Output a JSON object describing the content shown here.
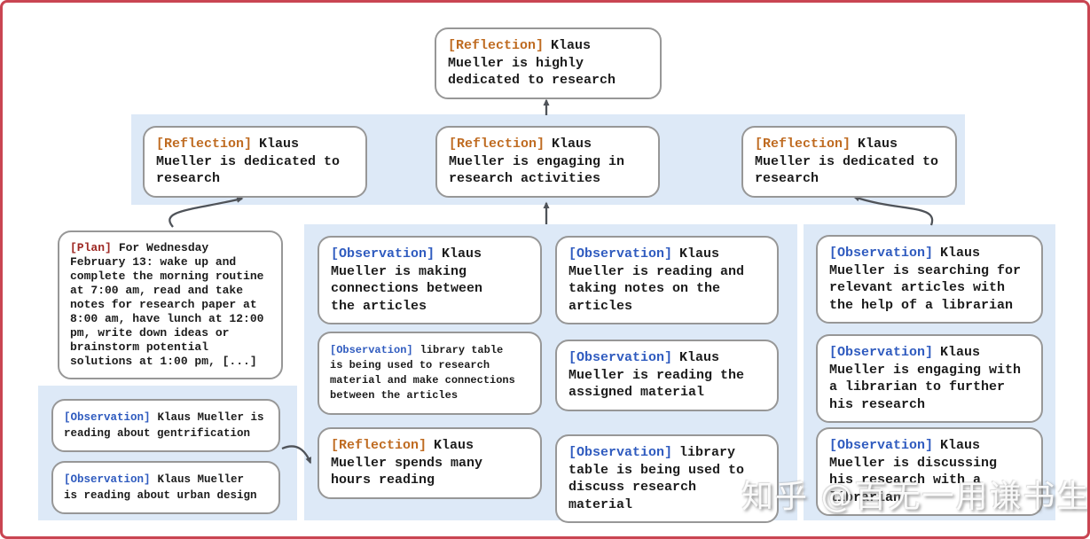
{
  "colors": {
    "frame_border": "#c94552",
    "band_background": "#dde9f7",
    "node_border": "#979797",
    "arrow": "#4f5359",
    "reflection_tag": "#bf6b21",
    "observation_tag": "#2f5bbf",
    "plan_tag": "#9e2823"
  },
  "nodes": {
    "top": {
      "tag": "[Reflection]",
      "text": "Klaus\nMueller is highly\ndedicated to research"
    },
    "row2": [
      {
        "tag": "[Reflection]",
        "text": "Klaus\nMueller is dedicated to\nresearch"
      },
      {
        "tag": "[Reflection]",
        "text": "Klaus\nMueller is engaging in\nresearch activities"
      },
      {
        "tag": "[Reflection]",
        "text": "Klaus\nMueller is dedicated to\nresearch"
      }
    ],
    "plan": {
      "tag": "[Plan]",
      "text": "For Wednesday\nFebruary 13: wake up and\ncomplete the morning routine\nat 7:00 am, read and take\nnotes for research paper at\n8:00 am, have lunch at 12:00\npm, write down ideas or\nbrainstorm potential\nsolutions at 1:00 pm, [...]"
    },
    "left_observations": [
      {
        "tag": "[Observation]",
        "text": "Klaus Mueller is\nreading about gentrification"
      },
      {
        "tag": "[Observation]",
        "text": "Klaus Mueller\nis reading about urban design"
      }
    ],
    "middle": [
      {
        "tag": "[Observation]",
        "text": "Klaus\nMueller is making\nconnections between\nthe articles"
      },
      {
        "tag": "[Observation]",
        "text": "Klaus\nMueller is reading and\ntaking notes on the\narticles"
      },
      {
        "tag": "[Observation]",
        "text": "library table\nis being used to research\nmaterial and make connections\nbetween the articles"
      },
      {
        "tag": "[Observation]",
        "text": "Klaus\nMueller is reading the\nassigned material"
      },
      {
        "tag": "[Reflection]",
        "text": "Klaus\nMueller spends many\nhours reading"
      },
      {
        "tag": "[Observation]",
        "text": "library\ntable is being used to\ndiscuss research material"
      }
    ],
    "right": [
      {
        "tag": "[Observation]",
        "text": "Klaus\nMueller is searching for\nrelevant articles with\nthe help of a librarian"
      },
      {
        "tag": "[Observation]",
        "text": "Klaus\nMueller is engaging with\na librarian to further\nhis research"
      },
      {
        "tag": "[Observation]",
        "text": "Klaus\nMueller is discussing\nhis research with a\nlibrarian"
      }
    ]
  },
  "watermark": "知乎 @百无一用谦书生"
}
